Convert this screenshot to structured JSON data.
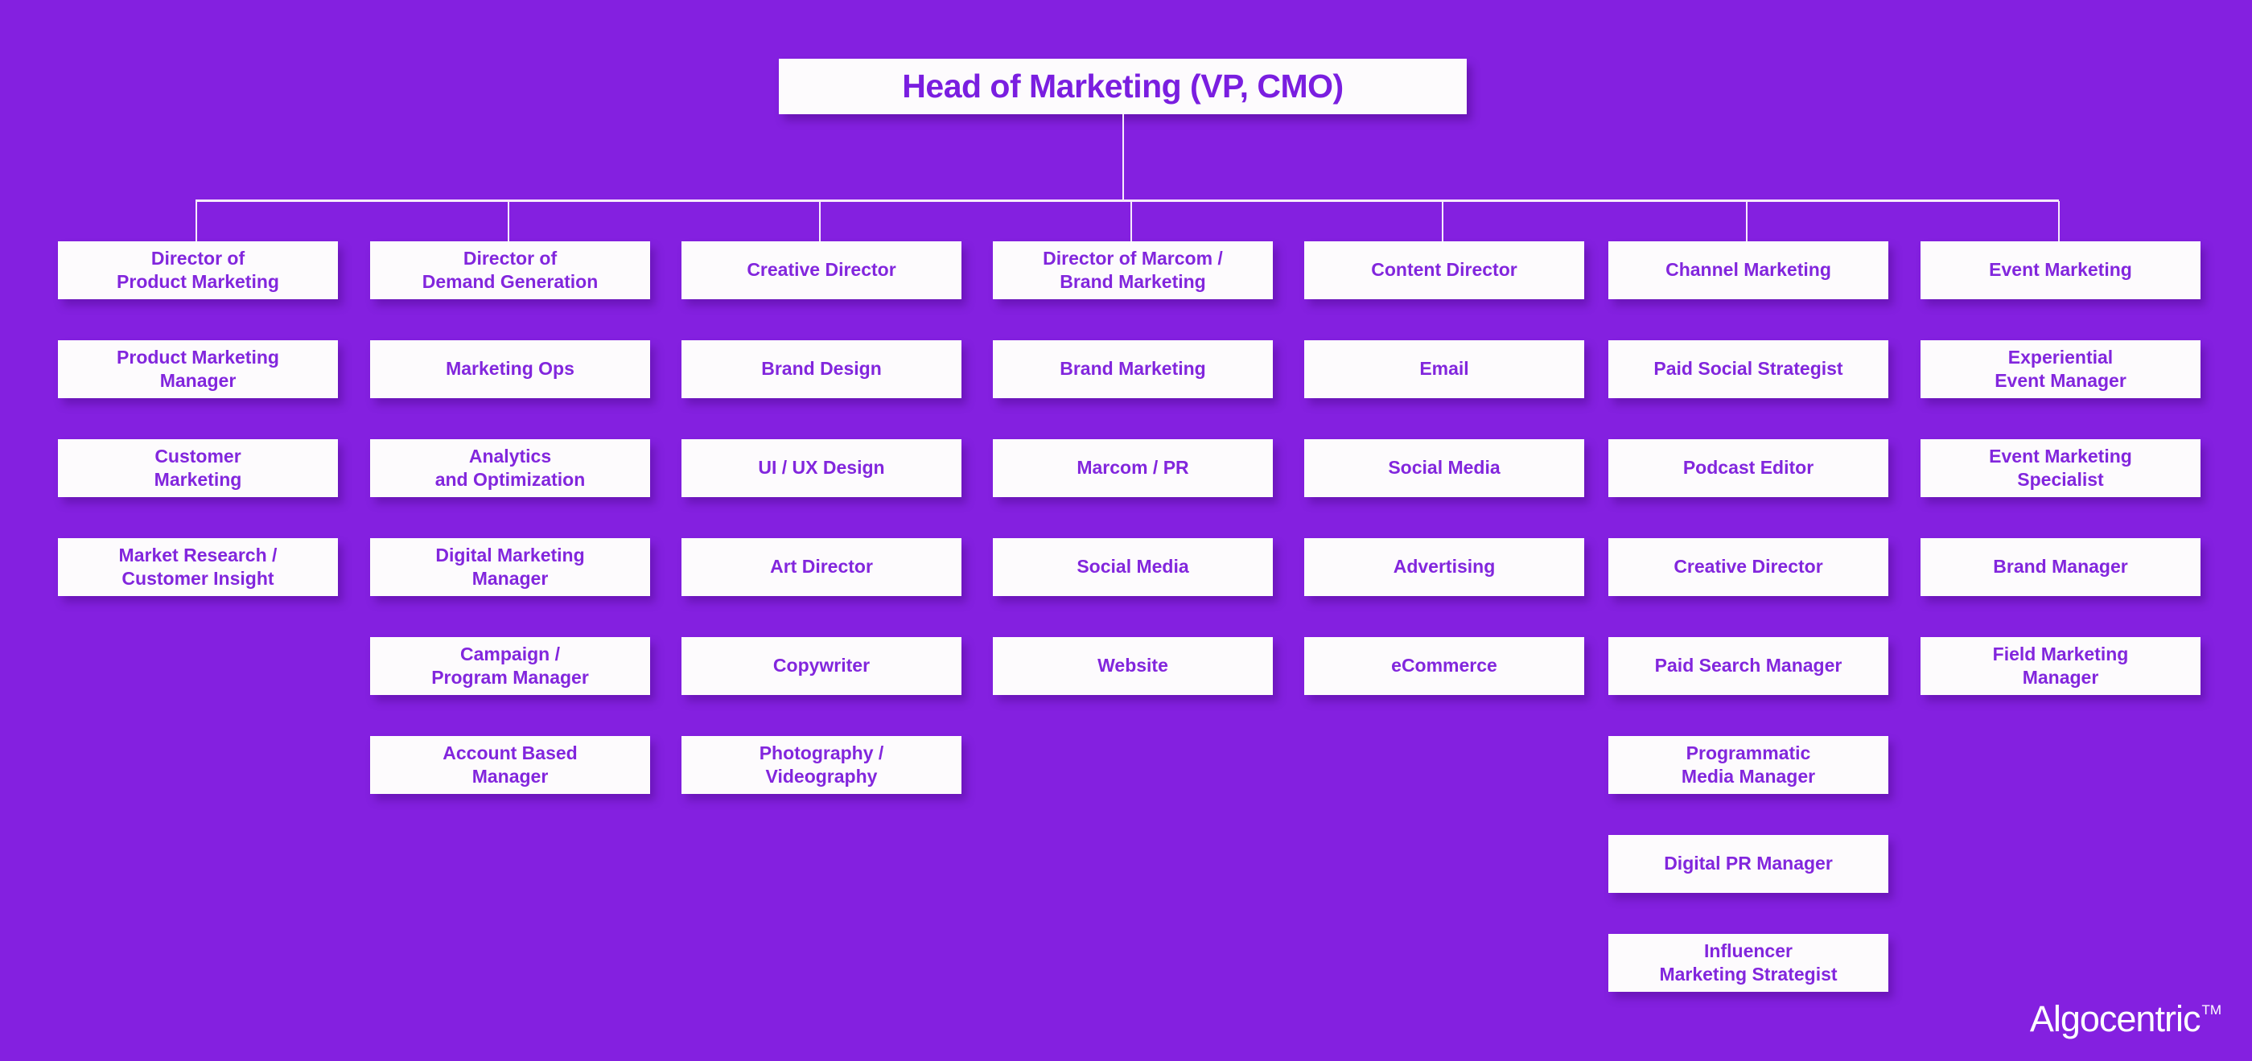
{
  "theme": {
    "background": "#8420e0",
    "card_background": "#fdfbfd",
    "text_purple": "#8226dd",
    "root_text_purple": "#7a1ee0",
    "connector": "#f7eafc",
    "logo_text": "#ffffff"
  },
  "root": {
    "label": "Head of Marketing (VP, CMO)"
  },
  "brand": {
    "name": "Algocentric",
    "trademark": "TM"
  },
  "columns": [
    {
      "id": "product-marketing",
      "head": "Director of\nProduct Marketing",
      "nodes": [
        "Product Marketing\nManager",
        "Customer\nMarketing",
        "Market Research /\nCustomer Insight"
      ]
    },
    {
      "id": "demand-generation",
      "head": "Director of\nDemand Generation",
      "nodes": [
        "Marketing Ops",
        "Analytics\nand Optimization",
        "Digital Marketing\nManager",
        "Campaign /\nProgram Manager",
        "Account Based\nManager"
      ]
    },
    {
      "id": "creative",
      "head": "Creative Director",
      "nodes": [
        "Brand Design",
        "UI / UX Design",
        "Art Director",
        "Copywriter",
        "Photography /\nVideography"
      ]
    },
    {
      "id": "marcom-brand",
      "head": "Director of Marcom /\nBrand Marketing",
      "nodes": [
        "Brand Marketing",
        "Marcom / PR",
        "Social Media",
        "Website"
      ]
    },
    {
      "id": "content",
      "head": "Content Director",
      "nodes": [
        "Email",
        "Social Media",
        "Advertising",
        "eCommerce"
      ]
    },
    {
      "id": "channel-marketing",
      "head": "Channel Marketing",
      "nodes": [
        "Paid Social Strategist",
        "Podcast Editor",
        "Creative Director",
        "Paid Search Manager",
        "Programmatic\nMedia Manager",
        "Digital PR Manager",
        "Influencer\nMarketing Strategist"
      ]
    },
    {
      "id": "event-marketing",
      "head": "Event Marketing",
      "nodes": [
        "Experiential\nEvent Manager",
        "Event Marketing\nSpecialist",
        "Brand Manager",
        "Field Marketing\nManager"
      ]
    }
  ],
  "layout": {
    "column_lefts": [
      72,
      460,
      847,
      1234,
      1621,
      1999,
      2387
    ],
    "column_centers": [
      243,
      631,
      1018,
      1405,
      1792,
      2170,
      2558
    ]
  }
}
